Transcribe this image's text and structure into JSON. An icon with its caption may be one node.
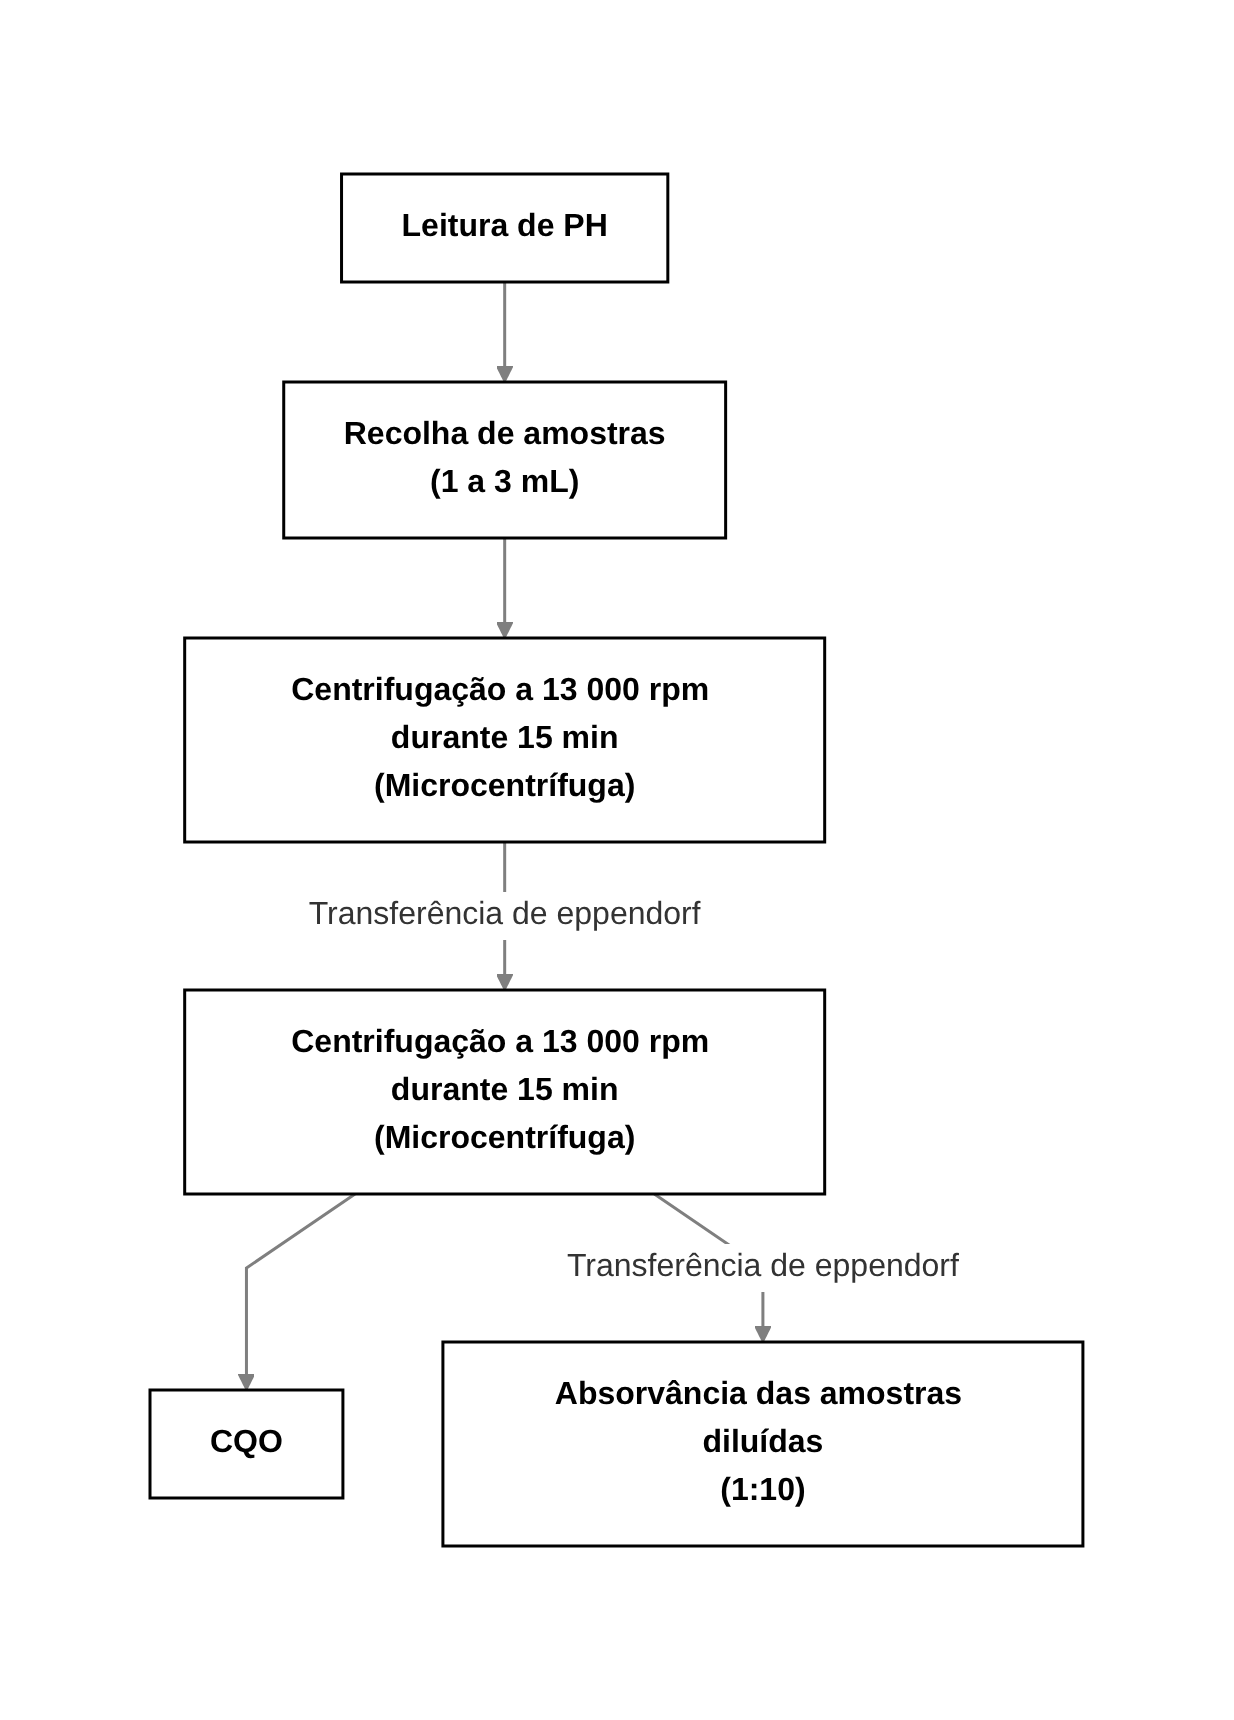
{
  "diagram": {
    "nodes": [
      {
        "text": [
          "Leitura de PH"
        ]
      },
      {
        "text": [
          "Recolha de amostras",
          "(1 a 3 mL)"
        ]
      },
      {
        "text": [
          "Centrifugação a 13 000 rpm durante 15 min",
          "(Microcentrífuga)"
        ]
      },
      {
        "text": [
          "Centrifugação a 13 000 rpm durante 15 min",
          "(Microcentrífuga)"
        ]
      },
      {
        "text": [
          "CQO"
        ]
      },
      {
        "text": [
          "Absorvância das amostras diluídas",
          "(1:10)"
        ]
      }
    ],
    "edges": [
      {
        "from": 0,
        "to": 1,
        "arrow": "to"
      },
      {
        "from": 1,
        "to": 2,
        "arrow": "to"
      },
      {
        "from": 2,
        "to": 3,
        "arrow": "to",
        "label": "Transferência de eppendorf"
      },
      {
        "from": 3,
        "to": 4,
        "arrow": "to"
      },
      {
        "from": 3,
        "to": 5,
        "arrow": "to",
        "label": "Transferência de eppendorf"
      }
    ]
  }
}
